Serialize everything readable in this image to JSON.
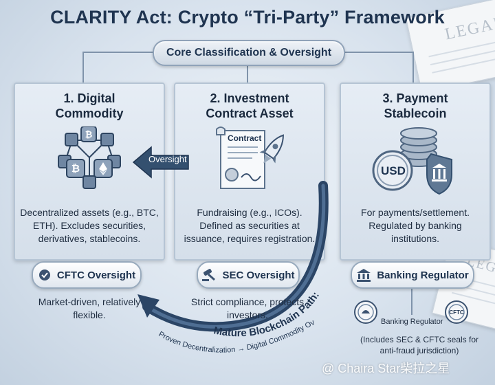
{
  "title": "CLARITY Act: Crypto “Tri-Party” Framework",
  "core_label": "Core Classification & Oversight",
  "background_papers": [
    "LEGAL",
    "LEGA"
  ],
  "panels": [
    {
      "title": "1. Digital Commodity",
      "icon": "crypto-cube-icon",
      "description": "Decentralized assets (e.g., BTC, ETH). Excludes securities, derivatives, stablecoins.",
      "badge": "CFTC Oversight",
      "badge_icon": "gear-check-icon",
      "note": "Market-driven, relatively flexible."
    },
    {
      "title": "2. Investment Contract Asset",
      "icon": "contract-rocket-icon",
      "icon_text": "Contract",
      "description": "Fundraising (e.g., ICOs). Defined as securities at issuance, requires registration.",
      "badge": "SEC Oversight",
      "badge_icon": "gavel-icon",
      "note": "Strict compliance, protects investors."
    },
    {
      "title": "3. Payment Stablecoin",
      "icon": "usd-coins-shield-icon",
      "icon_text": "USD",
      "description": "For payments/settlement. Regulated by banking institutions.",
      "badge": "Banking Regulator",
      "badge_icon": "bank-icon",
      "seal_caption": "Banking Regulator",
      "seal_text": "CFTC",
      "seal_note": "(Includes SEC & CFTC seals for anti-fraud jurisdiction)"
    }
  ],
  "oversight_label": "Oversight",
  "path": {
    "title": "Mature Blockchain Path:",
    "subtitle": "Proven Decentralization → Digital Commodity Oversight"
  },
  "watermark": "@ Chaira Star柴拉之星",
  "colors": {
    "navy": "#1f3450",
    "panel": "#dce5ef",
    "arrow": "#2b4566"
  }
}
